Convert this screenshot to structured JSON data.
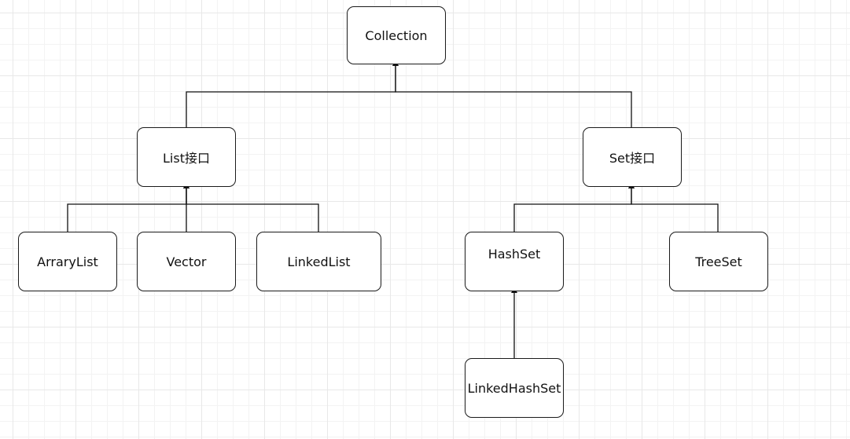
{
  "diagram": {
    "nodes": {
      "collection": "Collection",
      "list": "List接口",
      "set": "Set接口",
      "arraylist": "ArraryList",
      "vector": "Vector",
      "linkedlist": "LinkedList",
      "hashset": "HashSet",
      "treeset": "TreeSet",
      "linkedhashset": "LinkedHashSet"
    },
    "edges": [
      {
        "from": "list",
        "to": "collection"
      },
      {
        "from": "set",
        "to": "collection"
      },
      {
        "from": "arraylist",
        "to": "list"
      },
      {
        "from": "vector",
        "to": "list"
      },
      {
        "from": "linkedlist",
        "to": "list"
      },
      {
        "from": "hashset",
        "to": "set"
      },
      {
        "from": "treeset",
        "to": "set"
      },
      {
        "from": "linkedhashset",
        "to": "hashset"
      }
    ]
  }
}
